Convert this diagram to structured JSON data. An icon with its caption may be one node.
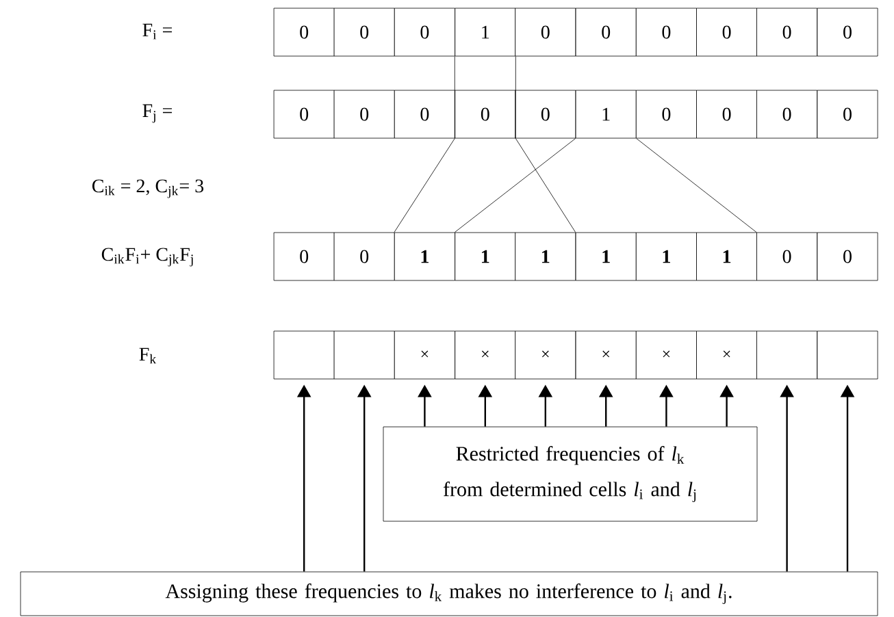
{
  "diagram": {
    "nodes": [
      {
        "text": [
          "0"
        ]
      },
      {
        "text": [
          "0"
        ]
      },
      {
        "text": [
          "0"
        ]
      },
      {
        "text": [
          "1"
        ]
      },
      {
        "text": [
          "0"
        ]
      },
      {
        "text": [
          "0"
        ]
      },
      {
        "text": [
          "0"
        ]
      },
      {
        "text": [
          "0"
        ]
      },
      {
        "text": [
          "0"
        ]
      },
      {
        "text": [
          "0"
        ]
      },
      {
        "text": [
          "0"
        ]
      },
      {
        "text": [
          "0"
        ]
      },
      {
        "text": [
          "0"
        ]
      },
      {
        "text": [
          "0"
        ]
      },
      {
        "text": [
          "0"
        ]
      },
      {
        "text": [
          "1"
        ]
      },
      {
        "text": [
          "0"
        ]
      },
      {
        "text": [
          "0"
        ]
      },
      {
        "text": [
          "0"
        ]
      },
      {
        "text": [
          "0"
        ]
      },
      {
        "text": [
          "0"
        ]
      },
      {
        "text": [
          "0"
        ]
      },
      {
        "text": [
          "1"
        ]
      },
      {
        "text": [
          "1"
        ]
      },
      {
        "text": [
          "1"
        ]
      },
      {
        "text": [
          "1"
        ]
      },
      {
        "text": [
          "1"
        ]
      },
      {
        "text": [
          "1"
        ]
      },
      {
        "text": [
          "0"
        ]
      },
      {
        "text": [
          "0"
        ]
      },
      {
        "text": [],
        "shape": "box"
      },
      {
        "text": [],
        "shape": "box"
      },
      {
        "text": [
          "×"
        ]
      },
      {
        "text": [
          "×"
        ]
      },
      {
        "text": [
          "×"
        ]
      },
      {
        "text": [
          "×"
        ]
      },
      {
        "text": [
          "×"
        ]
      },
      {
        "text": [
          "×"
        ]
      },
      {
        "text": [],
        "shape": "box"
      },
      {
        "text": [],
        "shape": "box"
      },
      {
        "text": [
          "Restricted frequencies of *l*$_{k}$ from determined cells *l*$_{i}$ and *l*$_{j}$"
        ]
      },
      {
        "text": [
          "Assigning these frequencies to *l*$_{k}$ makes no interference to *l*$_{i}$ and *l*$_{j}$."
        ]
      }
    ],
    "edges": [
      {
        "from": 3,
        "to": 22,
        "arrow": "none"
      },
      {
        "from": 3,
        "to": 25,
        "arrow": "none"
      },
      {
        "from": 15,
        "to": 23,
        "arrow": "none"
      },
      {
        "from": 15,
        "to": 28,
        "arrow": "none"
      },
      {
        "from": 41,
        "to": 30,
        "arrow": "to"
      },
      {
        "from": 41,
        "to": 31,
        "arrow": "to"
      },
      {
        "from": 40,
        "to": 32,
        "arrow": "to"
      },
      {
        "from": 40,
        "to": 33,
        "arrow": "to"
      },
      {
        "from": 40,
        "to": 34,
        "arrow": "to"
      },
      {
        "from": 40,
        "to": 35,
        "arrow": "to"
      },
      {
        "from": 40,
        "to": 36,
        "arrow": "to"
      },
      {
        "from": 40,
        "to": 37,
        "arrow": "to"
      },
      {
        "from": 41,
        "to": 38,
        "arrow": "to"
      },
      {
        "from": 41,
        "to": 39,
        "arrow": "to"
      }
    ],
    "labels": [
      "F$_{i}$ =",
      "F$_{j}$ =",
      "C$_{ik}$ = 2, C$_{jk}$= 3",
      "C$_{ik}$F$_{i}$+ C$_{jk}$F$_{j}$",
      "F$_{k}$"
    ]
  }
}
